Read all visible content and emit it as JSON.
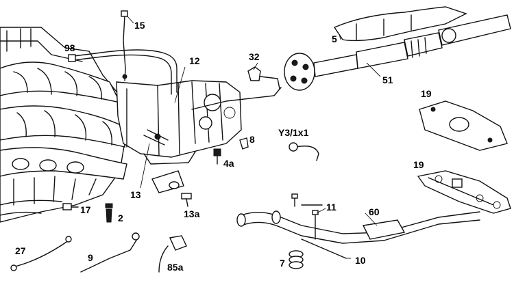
{
  "diagram": {
    "labels": {
      "p15": "15",
      "p98": "98",
      "p12": "12",
      "p32": "32",
      "p5": "5",
      "p51": "51",
      "p19a": "19",
      "p19b": "19",
      "p8": "8",
      "pY3": "Y3/1x1",
      "p4a": "4a",
      "p13": "13",
      "p13a": "13a",
      "p17": "17",
      "p2": "2",
      "p11": "11",
      "p60": "60",
      "p27": "27",
      "p9": "9",
      "p85a": "85a",
      "p7": "7",
      "p10": "10"
    }
  }
}
